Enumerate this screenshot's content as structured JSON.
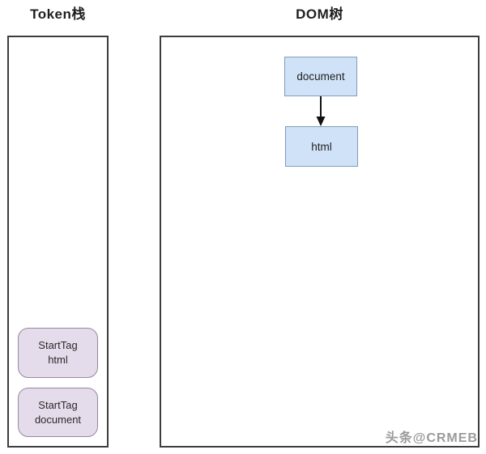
{
  "left_panel": {
    "title": "Token栈",
    "tokens": [
      {
        "label": "StartTag\nhtml"
      },
      {
        "label": "StartTag\ndocument"
      }
    ]
  },
  "right_panel": {
    "title": "DOM树",
    "nodes": [
      {
        "label": "document"
      },
      {
        "label": "html"
      }
    ],
    "edge": "document→html"
  },
  "watermark": "头条@CRMEB",
  "colors": {
    "node_fill": "#cfe2f7",
    "node_border": "#7f9db9",
    "token_fill": "#e5dceb",
    "token_border": "#9787a2",
    "panel_border": "#3d3d3d",
    "arrow": "#111111",
    "watermark_color": "#9b9b9b"
  }
}
